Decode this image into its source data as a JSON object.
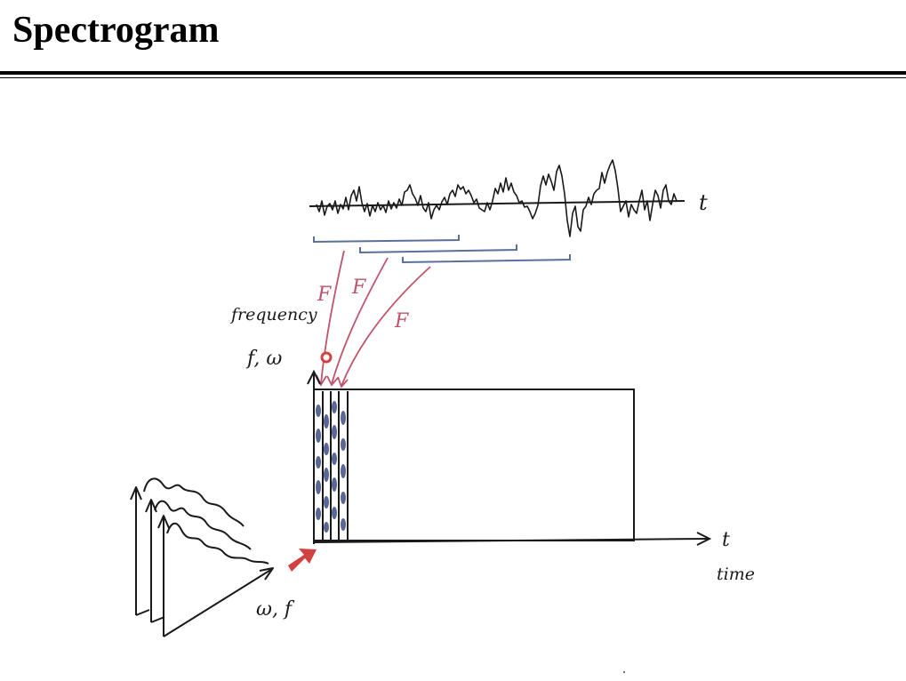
{
  "slide": {
    "title": "Spectrogram"
  },
  "diagram": {
    "signal_axis_label": "t",
    "transform_label": "F",
    "y_axis_label_line1": "frequency",
    "y_axis_label_line2": "f, ω",
    "x_axis_label_line1": "t",
    "x_axis_label_line2": "time",
    "spectra_axis_label": "ω, f"
  },
  "colors": {
    "ink": "#1a1a1a",
    "transform_arrows": "#c0546a",
    "window_brackets": "#5a6f9a",
    "spectrogram_blobs": "#5a6694",
    "pointer": "#d2413f"
  }
}
